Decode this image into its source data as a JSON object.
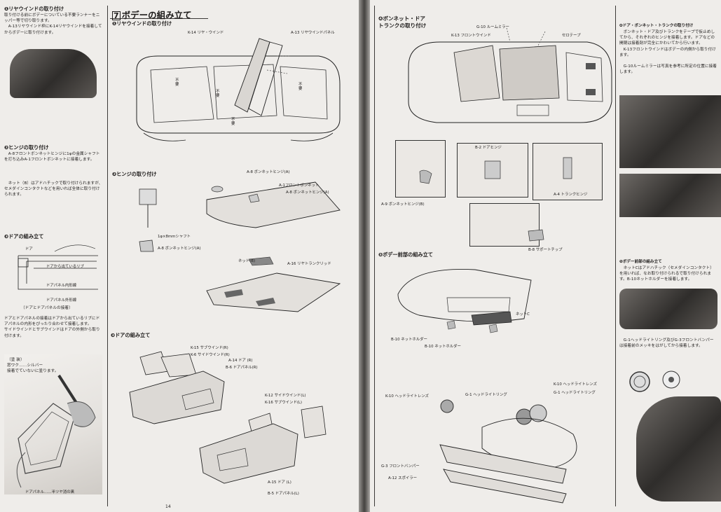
{
  "left": {
    "chapter_number": "7",
    "chapter_title": "ボデーの組み立て",
    "page_number": "14",
    "sidebar": {
      "s1_head": "❶リヤウインドの取り付け",
      "s1_body": "取り付ける前にボデーについている不要ランナーをニッパー等で切り取ります。\n　A-13リヤウインド枠にK-14リヤウインドを接着してからボデーに取り付けます。",
      "s2_head": "❷ヒンジの取り付け",
      "s2_body": "　A-8フロントボンネットヒンジに1φの金属シャフトを打ち込みA-1フロントボンネットに接着します。",
      "s2_note": "　ネット（B）はアドハチックで取り付けられますが、セメダインコンタクトなどを用いれば全体に取り付けられます。",
      "s3_head": "❸ドアの組み立て",
      "s3_lbl_door": "ドア",
      "s3_lbl_rib": "ドアから出ているリブ",
      "s3_lbl_inner": "ドアパネル内形線",
      "s3_lbl_outer": "ドアパネル外形線",
      "s3_caption": "（ドアとドアパネルの接着）",
      "s3_body": "ドアとドアパネルの接着はドアから出ているリブにドアパネルの内形をぴったり合わせて接着します。\nサイドウインドとサブウインドはドアの外側から取り付けます。",
      "s3_paint": "（塗 装）\n窓ワク……シルバー\n接着でていないに塗ります。",
      "s3_bottom": "ドアパネル……半ツヤ消の黒"
    },
    "step1": {
      "title": "❶リヤウインドの取り付け",
      "lbl_k14": "K-14 リヤ・ウインド",
      "lbl_a13": "A-13 リヤウインドパネル",
      "lbl_fuyo1": "不\n要",
      "lbl_fuyo2": "不\n要",
      "lbl_fuyo3": "不\n要",
      "lbl_fuyo4": "不\n要"
    },
    "step2": {
      "title": "❷ヒンジの取り付け",
      "lbl_a8a": "A-8 ボンネットヒンジ(A)",
      "lbl_a1": "A-1フロントボンネット",
      "lbl_a8b": "A-8 ボンネットヒンジ(A)",
      "lbl_shaft": "1φ×8mmシャフト",
      "lbl_a8c": "A-8 ボンネットヒンジ(A)",
      "lbl_net": "ネット(B)",
      "lbl_a16": "A-16 リヤトランクリッド"
    },
    "step3": {
      "title": "❸ドアの組み立て",
      "lbl_k15": "K-15 サブウインド(R)",
      "lbl_k6": "K-6 サイドウインド(R)",
      "lbl_a14": "A-14 ドア (R)",
      "lbl_b6": "B-6 ドアパネル(R)",
      "lbl_k12": "K-12 サイドウインド(L)",
      "lbl_k16": "K-16 サブウインド(L)",
      "lbl_a15": "A-15 ドア (L)",
      "lbl_b5": "B-5 ドアパネル(L)"
    }
  },
  "right": {
    "step4": {
      "title": "❹ボンネット・ドア\nトランクの取り付け",
      "lbl_g10": "G-10 ルームミラー",
      "lbl_k13": "K-13 フロントウインド",
      "lbl_tape": "セロテープ",
      "lbl_b2": "B-2 ドアヒンジ",
      "lbl_a4": "A-4 トランクヒンジ",
      "lbl_a9": "A-9 ボンネットヒンジ(B)",
      "lbl_b8": "B-8 サポートチップ"
    },
    "step5": {
      "title": "❺ボデー前部の組み立て",
      "lbl_netc": "ネットC",
      "lbl_b10a": "B-10 ネットホルダー",
      "lbl_b10b": "B-10 ネットホルダー",
      "lbl_k10a": "K-10 ヘッドライトレンズ",
      "lbl_g1a": "G-1 ヘッドライトリング",
      "lbl_k10b": "K-10 ヘッドライトレンズ",
      "lbl_g1b": "G-1 ヘッドライトリング",
      "lbl_g3": "G-3 フロントバンパー",
      "lbl_a12": "A-12 スポイラー"
    },
    "sidebar": {
      "s4_head": "❹ドア・ボンネット・トランクの取り付け",
      "s4_body": "　ボンネット・ドア及びトランクをテープで仮止めしてから、それぞれのヒンジを接着します。ドアなどの開閉は接着剤が完全にかわいてから行います。\n　K-13フロントウインドはボデーの内側から取り付けます。\n\n　G-10ルームミラーは写真を参考に所定の位置に接着します。",
      "s5_head": "❺ボデー前部の組み立て",
      "s5_body": "　ネットCはアドハチック（セメダインコンタクト）を用いれば、なお取り付けられるで取り付けられます。B-10ネットホルダーを接着します。",
      "s5_note": "　G-1ヘッドライトリング及びG-3フロントバンパーは接着前のメッキをはがしてから接着します。"
    }
  }
}
